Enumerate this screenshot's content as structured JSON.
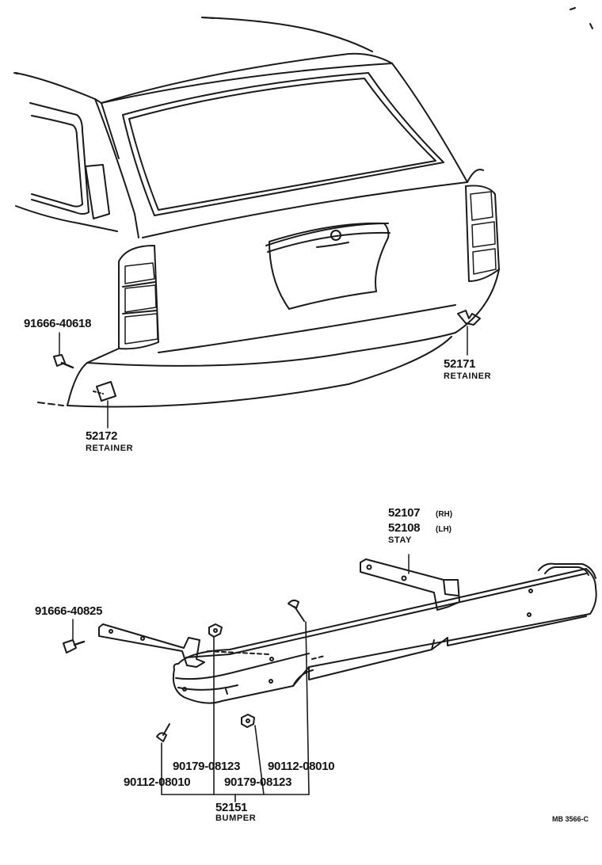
{
  "parts": {
    "bolt_upper": "91666-40618",
    "retainer_rh": {
      "number": "52171",
      "name": "RETAINER"
    },
    "retainer_lh": {
      "number": "52172",
      "name": "RETAINER"
    },
    "stay_rh": {
      "number": "52107",
      "side": "(RH)"
    },
    "stay_lh": {
      "number": "52108",
      "side": "(LH)"
    },
    "stay_name": "STAY",
    "bolt_lower": "91666-40825",
    "nut_a": "90179-08123",
    "screw_a": "90112-08010",
    "screw_b": "90112-08010",
    "nut_b": "90179-08123",
    "bumper": {
      "number": "52151",
      "name": "BUMPER"
    }
  },
  "figure_code": "MB 3566-C",
  "line_color": "#1a1a1a"
}
